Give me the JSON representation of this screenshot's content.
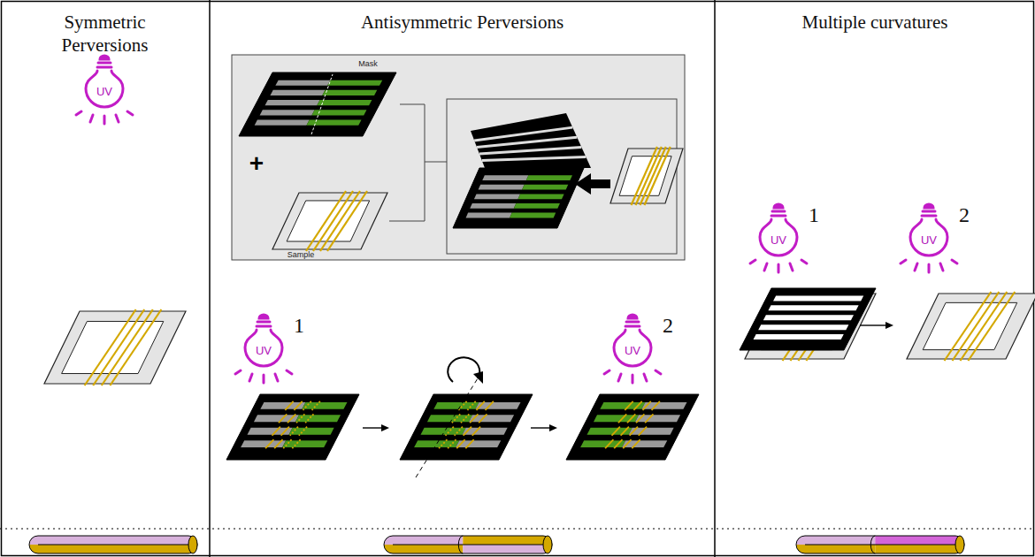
{
  "diagram": {
    "nodes": [
      {
        "text": [
          "Symmetric Perversions"
        ]
      },
      {
        "text": [
          "Antisymmetric Perversions"
        ]
      },
      {
        "text": [
          "Multiple curvatures"
        ]
      }
    ],
    "labels": [
      "Mask",
      "Sample",
      "UV",
      "UV",
      "1",
      "UV",
      "2",
      "UV",
      "1",
      "UV",
      "2"
    ]
  }
}
